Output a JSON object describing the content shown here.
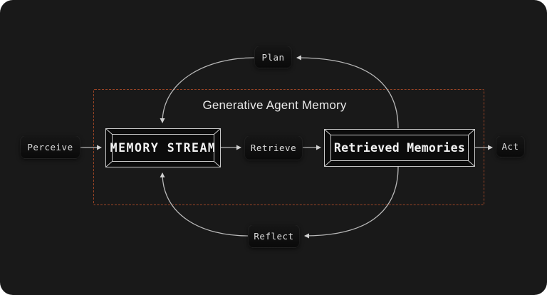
{
  "diagram": {
    "region_title": "Generative Agent Memory",
    "nodes": {
      "perceive": {
        "label": "Perceive"
      },
      "memory_stream": {
        "label": "MEMORY STREAM"
      },
      "retrieve": {
        "label": "Retrieve"
      },
      "retrieved_memories": {
        "label": "Retrieved Memories"
      },
      "act": {
        "label": "Act"
      },
      "plan": {
        "label": "Plan"
      },
      "reflect": {
        "label": "Reflect"
      }
    },
    "edges": [
      {
        "from": "Perceive",
        "to": "MEMORY STREAM"
      },
      {
        "from": "MEMORY STREAM",
        "to": "Retrieve"
      },
      {
        "from": "Retrieve",
        "to": "Retrieved Memories"
      },
      {
        "from": "Retrieved Memories",
        "to": "Act"
      },
      {
        "from": "Retrieved Memories",
        "to": "Plan"
      },
      {
        "from": "Plan",
        "to": "MEMORY STREAM"
      },
      {
        "from": "Retrieved Memories",
        "to": "Reflect"
      },
      {
        "from": "Reflect",
        "to": "MEMORY STREAM"
      }
    ],
    "colors": {
      "panel_bg": "#191919",
      "node_bg": "#0d0d0d",
      "frame_box_bg": "#0b0b0b",
      "frame_stroke": "#c9c9c9",
      "connector": "#b9b9b9",
      "arrowhead": "#d0d0d0",
      "dashed_border": "#9c4526",
      "text_primary": "#f2f2f2",
      "text_secondary": "#dcdcdc",
      "region_title_text": "#e8e8e8"
    }
  }
}
